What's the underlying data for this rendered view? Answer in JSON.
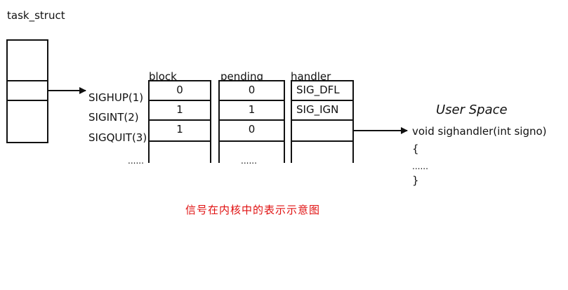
{
  "task_struct_label": "task_struct",
  "columns": {
    "block": "block",
    "pending": "pending",
    "handler": "handler"
  },
  "signals": [
    {
      "name": "SIGHUP(1)",
      "block": "0",
      "pending": "0",
      "handler": "SIG_DFL"
    },
    {
      "name": "SIGINT(2)",
      "block": "1",
      "pending": "1",
      "handler": "SIG_IGN"
    },
    {
      "name": "SIGQUIT(3)",
      "block": "1",
      "pending": "0",
      "handler": ""
    }
  ],
  "ellipsis": "......",
  "user_space": {
    "title": "User Space",
    "code": [
      "void sighandler(int signo)",
      "{",
      "......",
      "}"
    ]
  },
  "caption": "信号在内核中的表示示意图"
}
